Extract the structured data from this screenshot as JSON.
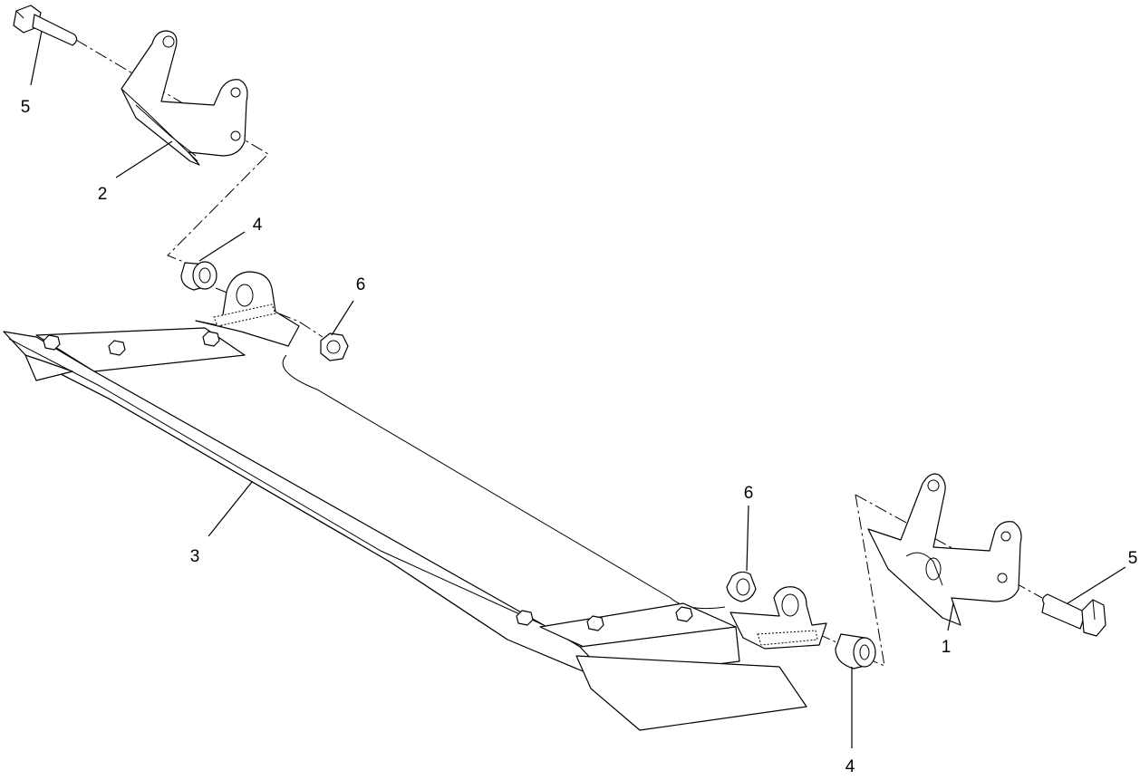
{
  "diagram": {
    "callouts": [
      {
        "id": "callout-5-top",
        "label": "5"
      },
      {
        "id": "callout-2",
        "label": "2"
      },
      {
        "id": "callout-4-top",
        "label": "4"
      },
      {
        "id": "callout-6-top",
        "label": "6"
      },
      {
        "id": "callout-3",
        "label": "3"
      },
      {
        "id": "callout-6-bottom",
        "label": "6"
      },
      {
        "id": "callout-1",
        "label": "1"
      },
      {
        "id": "callout-5-right",
        "label": "5"
      },
      {
        "id": "callout-4-bottom",
        "label": "4"
      }
    ]
  }
}
